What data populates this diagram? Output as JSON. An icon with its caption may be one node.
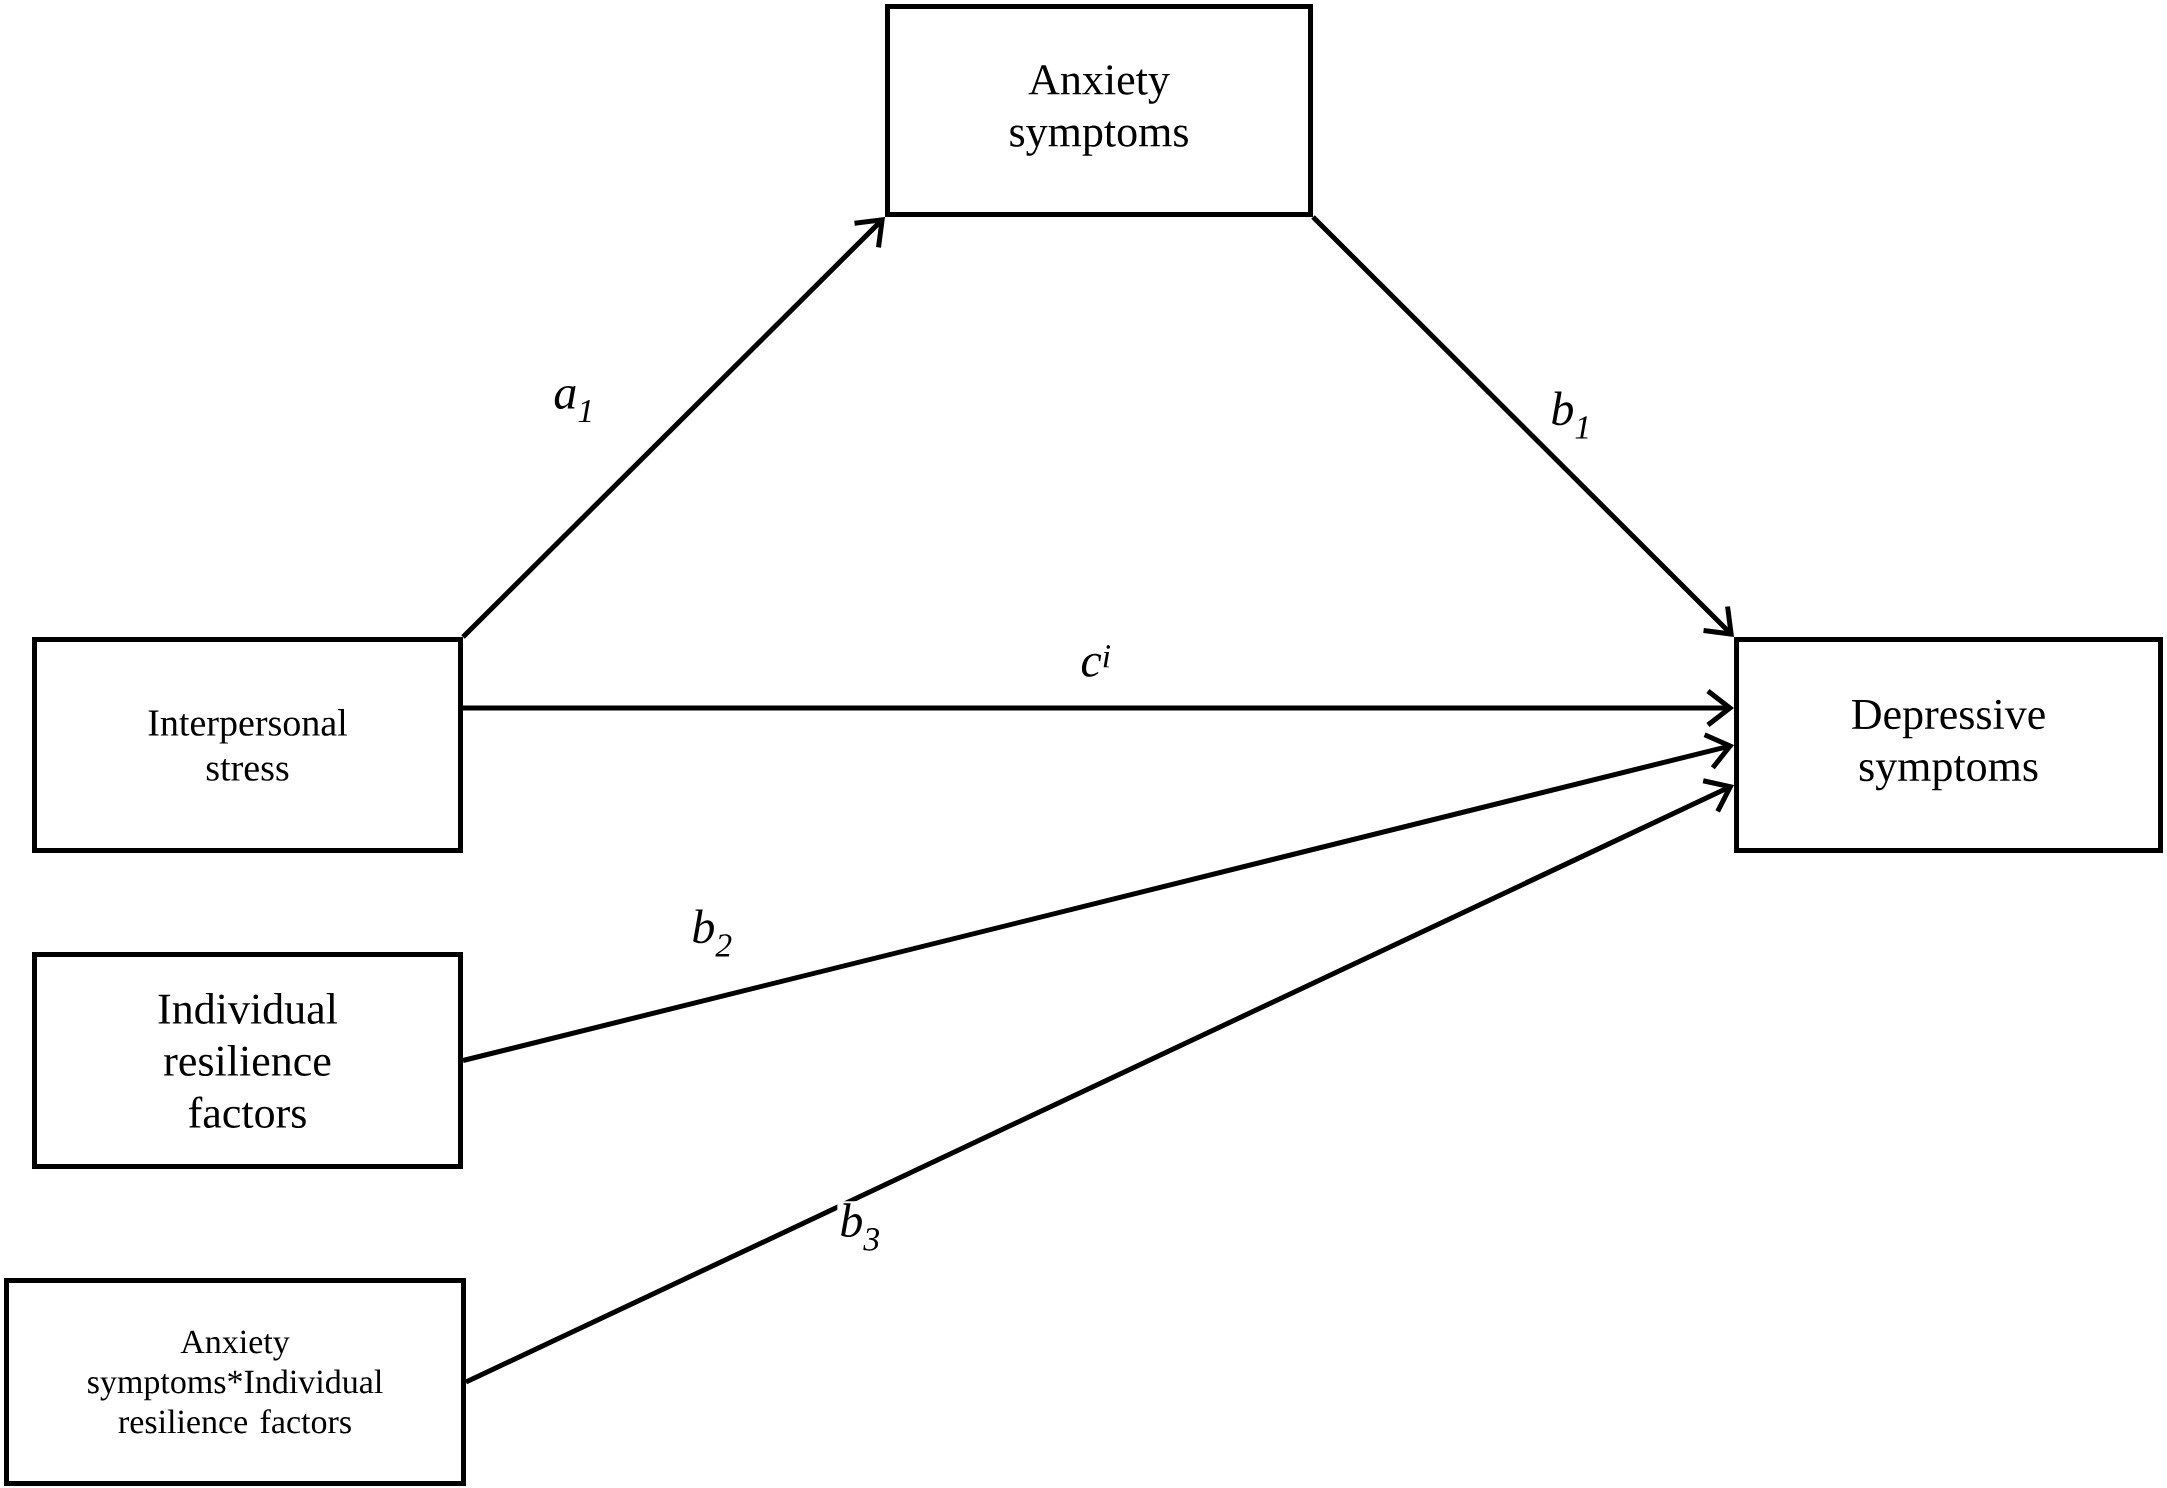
{
  "diagram": {
    "nodes": [
      {
        "text": [
          "Anxiety symptoms"
        ]
      },
      {
        "text": [
          "Interpersonal stress"
        ]
      },
      {
        "text": [
          "Depressive symptoms"
        ]
      },
      {
        "text": [
          "Individual resilience factors"
        ]
      },
      {
        "text": [
          "Anxiety symptoms*Individual resilience factors"
        ]
      }
    ],
    "edges": [
      {
        "from": 1,
        "to": 0,
        "arrow": "to",
        "label": "a$_{1}$"
      },
      {
        "from": 0,
        "to": 2,
        "arrow": "to",
        "label": "b$_{1}$"
      },
      {
        "from": 1,
        "to": 2,
        "arrow": "to",
        "label": "c$^{i}$"
      },
      {
        "from": 3,
        "to": 2,
        "arrow": "to",
        "label": "b$_{2}$"
      },
      {
        "from": 4,
        "to": 2,
        "arrow": "to",
        "label": "b$_{3}$"
      }
    ]
  }
}
